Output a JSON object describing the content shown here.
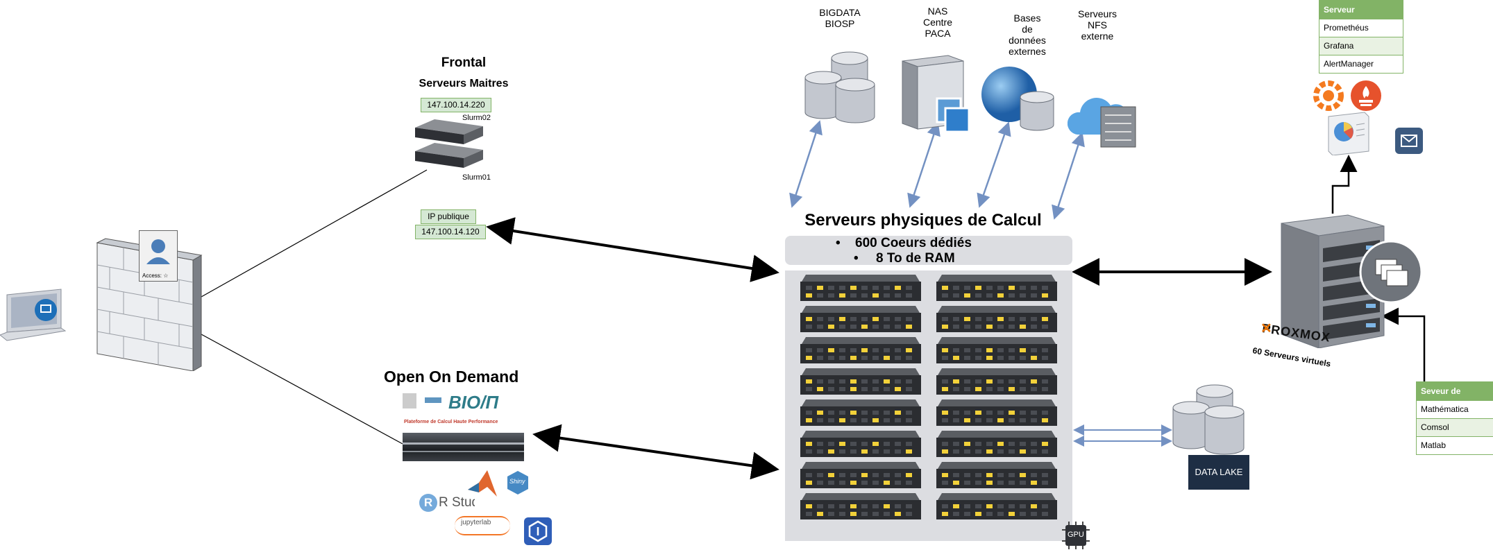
{
  "frontal": {
    "title": "Frontal",
    "subtitle": "Serveurs Maitres",
    "ip_private": "147.100.14.220",
    "server_top": "Slurm02",
    "server_bottom": "Slurm01",
    "ip_public_label": "IP publique",
    "ip_public": "147.100.14.120"
  },
  "firewall": {
    "badge": "Access: ☆"
  },
  "ood": {
    "title": "Open On Demand",
    "logo_bio": "BIO/Π",
    "logo_caption": "Plateforme de Calcul Haute Performance",
    "rstudio": "R Studio",
    "jupyter": "jupyterlab",
    "shiny": "Shiny"
  },
  "storage": {
    "bigdata": "BIGDATA\nBIOSP",
    "nas": "NAS\nCentre\nPACA",
    "bases": "Bases\nde\ndonnées\nexternes",
    "nfs": "Serveurs\nNFS\nexterne"
  },
  "compute": {
    "title": "Serveurs physiques de Calcul",
    "bullet1": "600  Coeurs dédiés",
    "bullet2": "8 To de RAM",
    "gpu": "GPU"
  },
  "datalake": {
    "label": "DATA LAKE"
  },
  "proxmox": {
    "logo": "PROXMOX",
    "caption": "60 Serveurs virtuels"
  },
  "monitoring": {
    "header": "Serveur Monitoring",
    "items": [
      "Promethéus",
      "Grafana",
      "AlertManager"
    ]
  },
  "licence": {
    "header": "Seveur de licence",
    "items": [
      "Mathématica",
      "Comsol",
      "Matlab"
    ]
  },
  "colors": {
    "accent_blue": "#7391c2",
    "green_fill": "#d5e8d4",
    "green_border": "#82b366"
  }
}
